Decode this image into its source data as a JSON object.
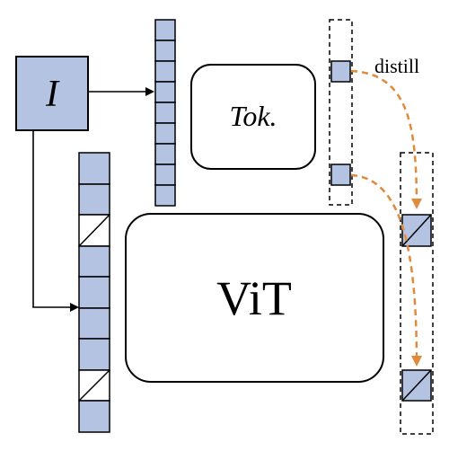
{
  "diagram": {
    "input_label": "I",
    "tokenizer_label": "Tok.",
    "vit_label": "ViT",
    "distill_label": "distill",
    "colors": {
      "token_fill": "#b4c3e2",
      "token_stroke": "#000000",
      "arrow_distill": "#e08a3c",
      "box_stroke": "#000000"
    },
    "token_columns": {
      "tokenizer_input_tokens": 9,
      "vit_input_tokens": 9,
      "vit_input_masked_positions": [
        2,
        7
      ],
      "tokenizer_outputs_shown": 2,
      "vit_outputs_shown": 2
    }
  }
}
